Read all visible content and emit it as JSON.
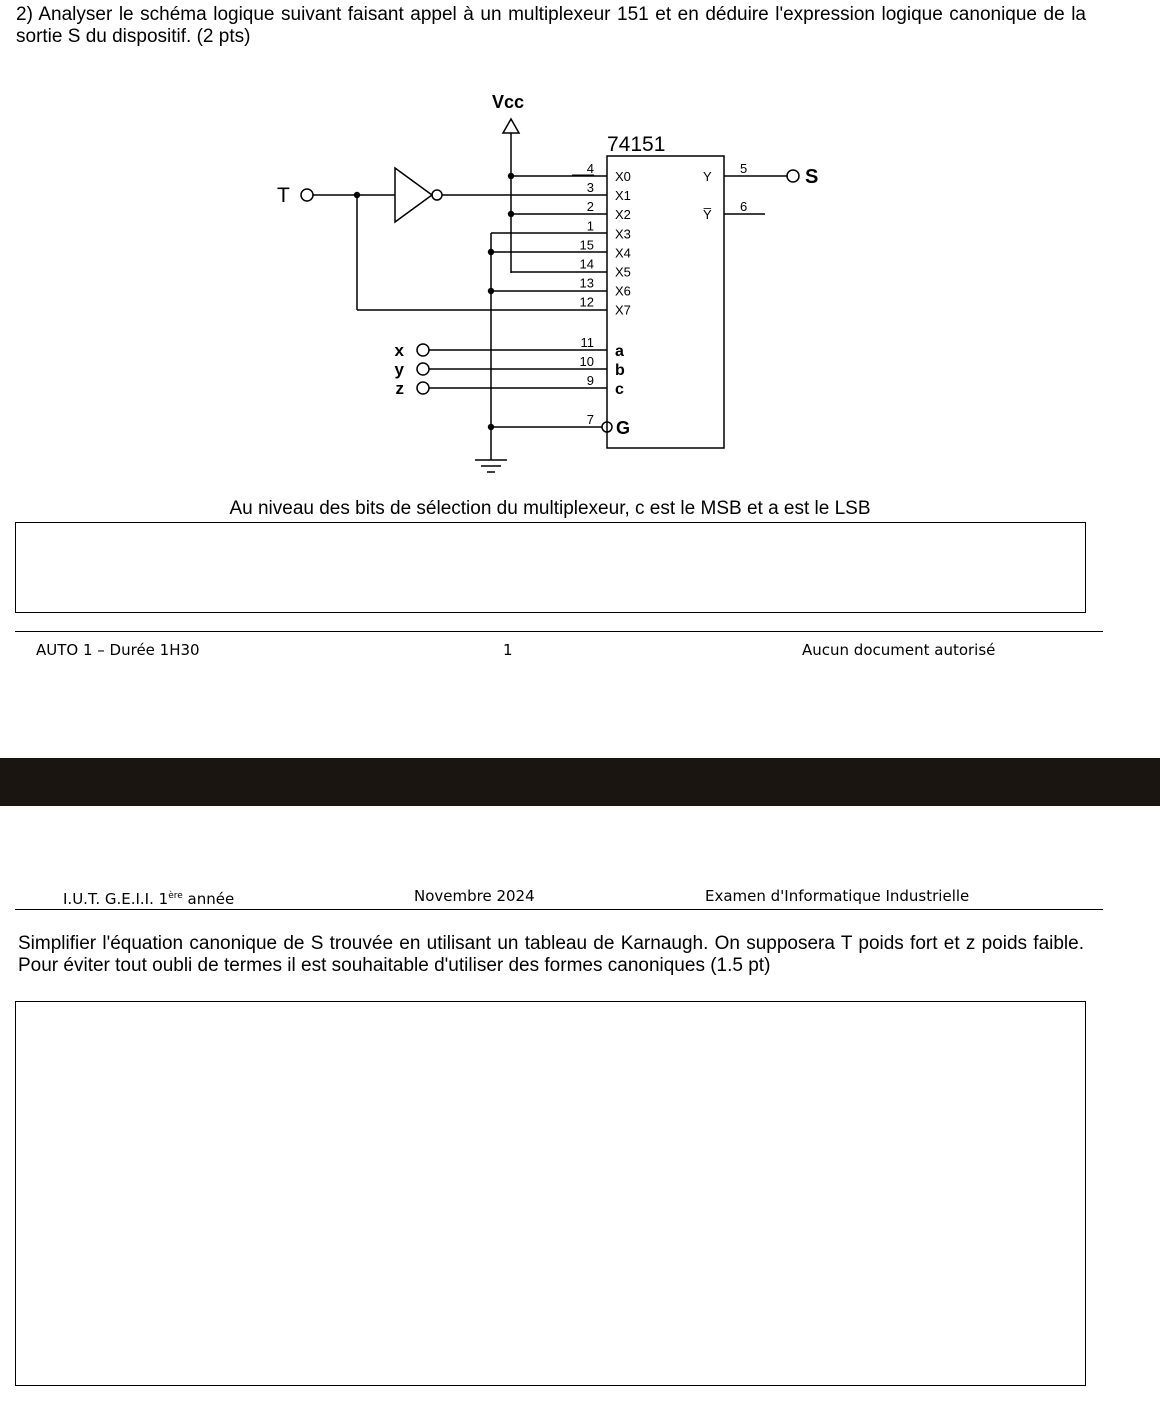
{
  "page1": {
    "question": "2) Analyser le schéma logique suivant faisant appel à un multiplexeur 151 et en déduire l'expression logique canonique de la sortie S du dispositif. (2 pts)",
    "schematic": {
      "vcc_label": "Vcc",
      "chip_label": "74151",
      "input_T_label": "T",
      "output_S_label": "S",
      "data_inputs": [
        {
          "name": "X0",
          "pin": "4"
        },
        {
          "name": "X1",
          "pin": "3"
        },
        {
          "name": "X2",
          "pin": "2"
        },
        {
          "name": "X3",
          "pin": "1"
        },
        {
          "name": "X4",
          "pin": "15"
        },
        {
          "name": "X5",
          "pin": "14"
        },
        {
          "name": "X6",
          "pin": "13"
        },
        {
          "name": "X7",
          "pin": "12"
        }
      ],
      "select_inputs": [
        {
          "name": "a",
          "pin": "11",
          "signal": "x"
        },
        {
          "name": "b",
          "pin": "10",
          "signal": "y"
        },
        {
          "name": "c",
          "pin": "9",
          "signal": "z"
        }
      ],
      "enable": {
        "name": "G",
        "pin": "7"
      },
      "outputs": [
        {
          "name": "Y",
          "pin": "5"
        },
        {
          "name": "Y̅",
          "pin": "6"
        }
      ]
    },
    "note": "Au niveau des bits de sélection du multiplexeur, c est le MSB et a est le LSB",
    "footer": {
      "left": "AUTO 1 – Durée 1H30",
      "center": "1",
      "right": "Aucun document autorisé"
    }
  },
  "page2": {
    "header": {
      "left_main": "I.U.T. G.E.I.I. 1",
      "left_sup": "ère",
      "left_rest": " année",
      "center": "Novembre 2024",
      "right": "Examen d'Informatique Industrielle"
    },
    "question": "Simplifier l'équation canonique de S trouvée en utilisant un tableau de Karnaugh. On supposera T poids fort et z poids faible. Pour éviter tout oubli de termes il est souhaitable d'utiliser des formes canoniques (1.5 pt)"
  }
}
